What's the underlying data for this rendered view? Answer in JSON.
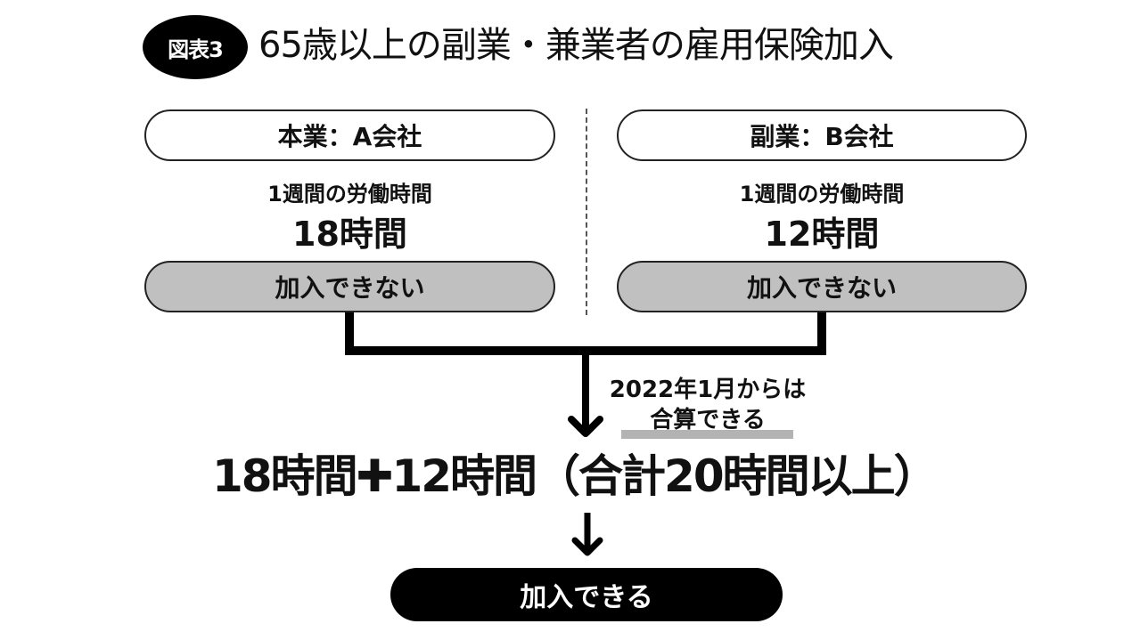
{
  "header": {
    "badge": "図表3",
    "title": "65歳以上の副業・兼業者の雇用保険加入"
  },
  "left": {
    "company": "本業：A会社",
    "hours_label": "1週間の労働時間",
    "hours_value": "18時間",
    "status": "加入できない"
  },
  "right": {
    "company": "副業：B会社",
    "hours_label": "1週間の労働時間",
    "hours_value": "12時間",
    "status": "加入できない"
  },
  "note": {
    "line1": "2022年1月からは",
    "line2": "合算できる"
  },
  "sum": {
    "text": "18時間✚12時間（合計20時間以上）"
  },
  "result": {
    "label": "加入できる"
  },
  "colors": {
    "gray_fill": "#c0c0c0",
    "highlight": "#b3b3b3",
    "black": "#000000"
  }
}
